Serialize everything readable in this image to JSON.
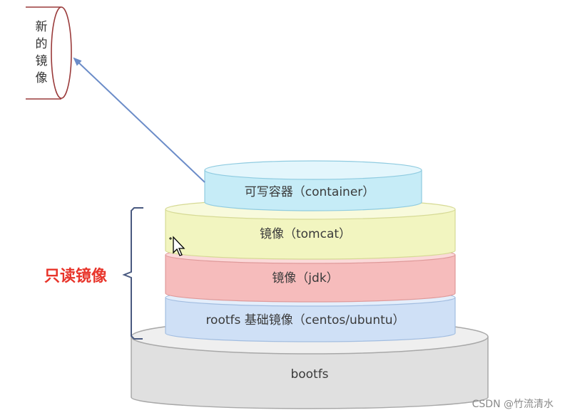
{
  "new_image": {
    "chars": [
      "新",
      "的",
      "镜",
      "像"
    ]
  },
  "readonly_group": {
    "label": "只读镜像"
  },
  "layers": {
    "container": {
      "label": "可写容器（container）",
      "fill": "#c6ecf7",
      "top_fill": "#e3f6fc",
      "stroke": "#8fcbe0"
    },
    "tomcat": {
      "label": "镜像（tomcat）",
      "fill": "#f2f5c0",
      "top_fill": "#f8fadc",
      "stroke": "#d6da95"
    },
    "jdk": {
      "label": "镜像（jdk）",
      "fill": "#f6bcbc",
      "top_fill": "#fbd9d9",
      "stroke": "#df9a9a"
    },
    "rootfs": {
      "label": "rootfs 基础镜像（centos/ubuntu）",
      "fill": "#cfe0f6",
      "top_fill": "#e4eefb",
      "stroke": "#a2bde0"
    },
    "bootfs": {
      "label": "bootfs",
      "fill": "#e0e0e0",
      "top_fill": "#efefef",
      "stroke": "#a8a8a8"
    }
  },
  "watermark": {
    "text": "CSDN @竹流清水"
  }
}
